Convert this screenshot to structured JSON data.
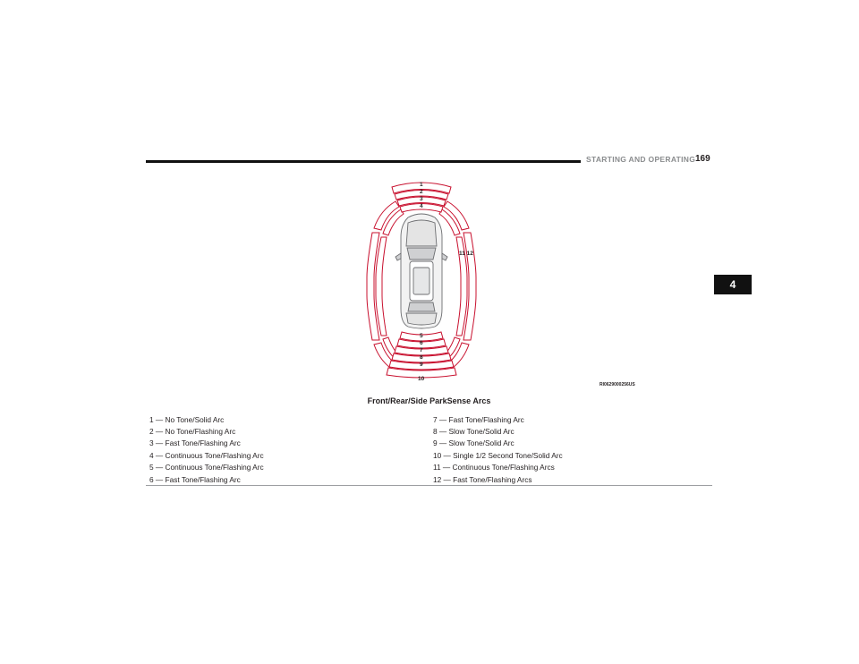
{
  "header": {
    "section": "STARTING AND OPERATING",
    "page_number": "169"
  },
  "chapter_tab": "4",
  "figure": {
    "image_code": "RI0629000256US",
    "caption": "Front/Rear/Side ParkSense Arcs",
    "arc_labels": {
      "front": [
        "1",
        "2",
        "3",
        "4"
      ],
      "rear": [
        "5",
        "6",
        "7",
        "8",
        "9",
        "10"
      ],
      "side": "11 12"
    },
    "colors": {
      "arc": "#c8102e",
      "arc_fill": "#ffffff",
      "vehicle": "#8a8c8e"
    }
  },
  "legend": {
    "rows": [
      {
        "left": "1 — No Tone/Solid Arc",
        "right": "7 — Fast Tone/Flashing Arc"
      },
      {
        "left": "2 — No Tone/Flashing Arc",
        "right": "8 — Slow Tone/Solid Arc"
      },
      {
        "left": "3 — Fast Tone/Flashing Arc",
        "right": "9 — Slow Tone/Solid Arc"
      },
      {
        "left": "4 — Continuous Tone/Flashing Arc",
        "right": "10 — Single 1/2 Second Tone/Solid Arc"
      },
      {
        "left": "5 — Continuous Tone/Flashing Arc",
        "right": "11 — Continuous Tone/Flashing Arcs"
      },
      {
        "left": "6 — Fast Tone/Flashing Arc",
        "right": "12 — Fast Tone/Flashing Arcs"
      }
    ]
  }
}
